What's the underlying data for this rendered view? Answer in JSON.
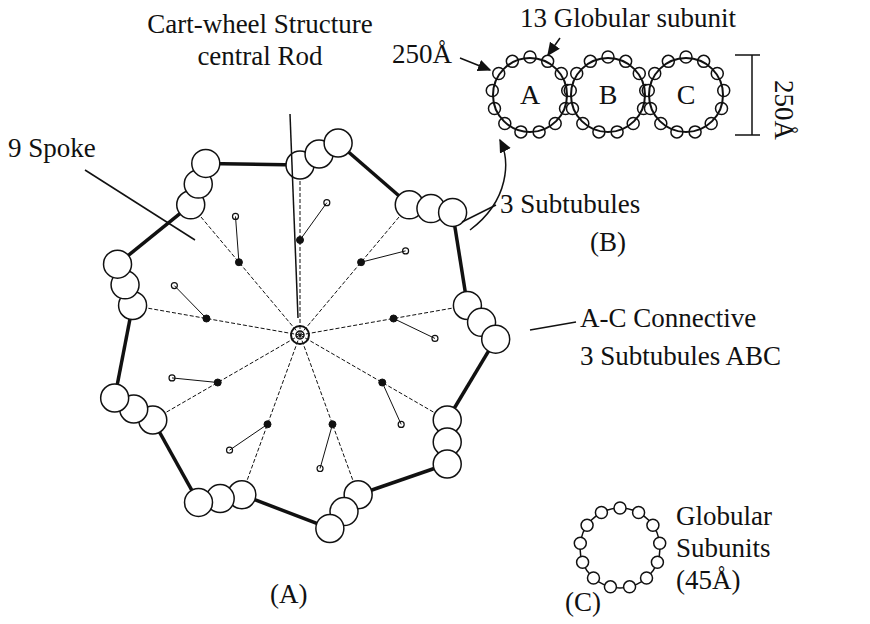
{
  "diagram": {
    "nodes": [
      {
        "text": [
          "A"
        ]
      },
      {
        "text": [
          "B"
        ]
      },
      {
        "text": [
          "C"
        ]
      }
    ],
    "labels": [
      "Cart-wheel Structure central Rod",
      "9 Spoke",
      "13 Globular subunit",
      "250Å",
      "250Å",
      "3 Subtubules",
      "(B)",
      "A-C Connective",
      "3 Subtubules ABC",
      "(A)",
      "Globular Subunits (45Å)",
      "(C)"
    ]
  }
}
